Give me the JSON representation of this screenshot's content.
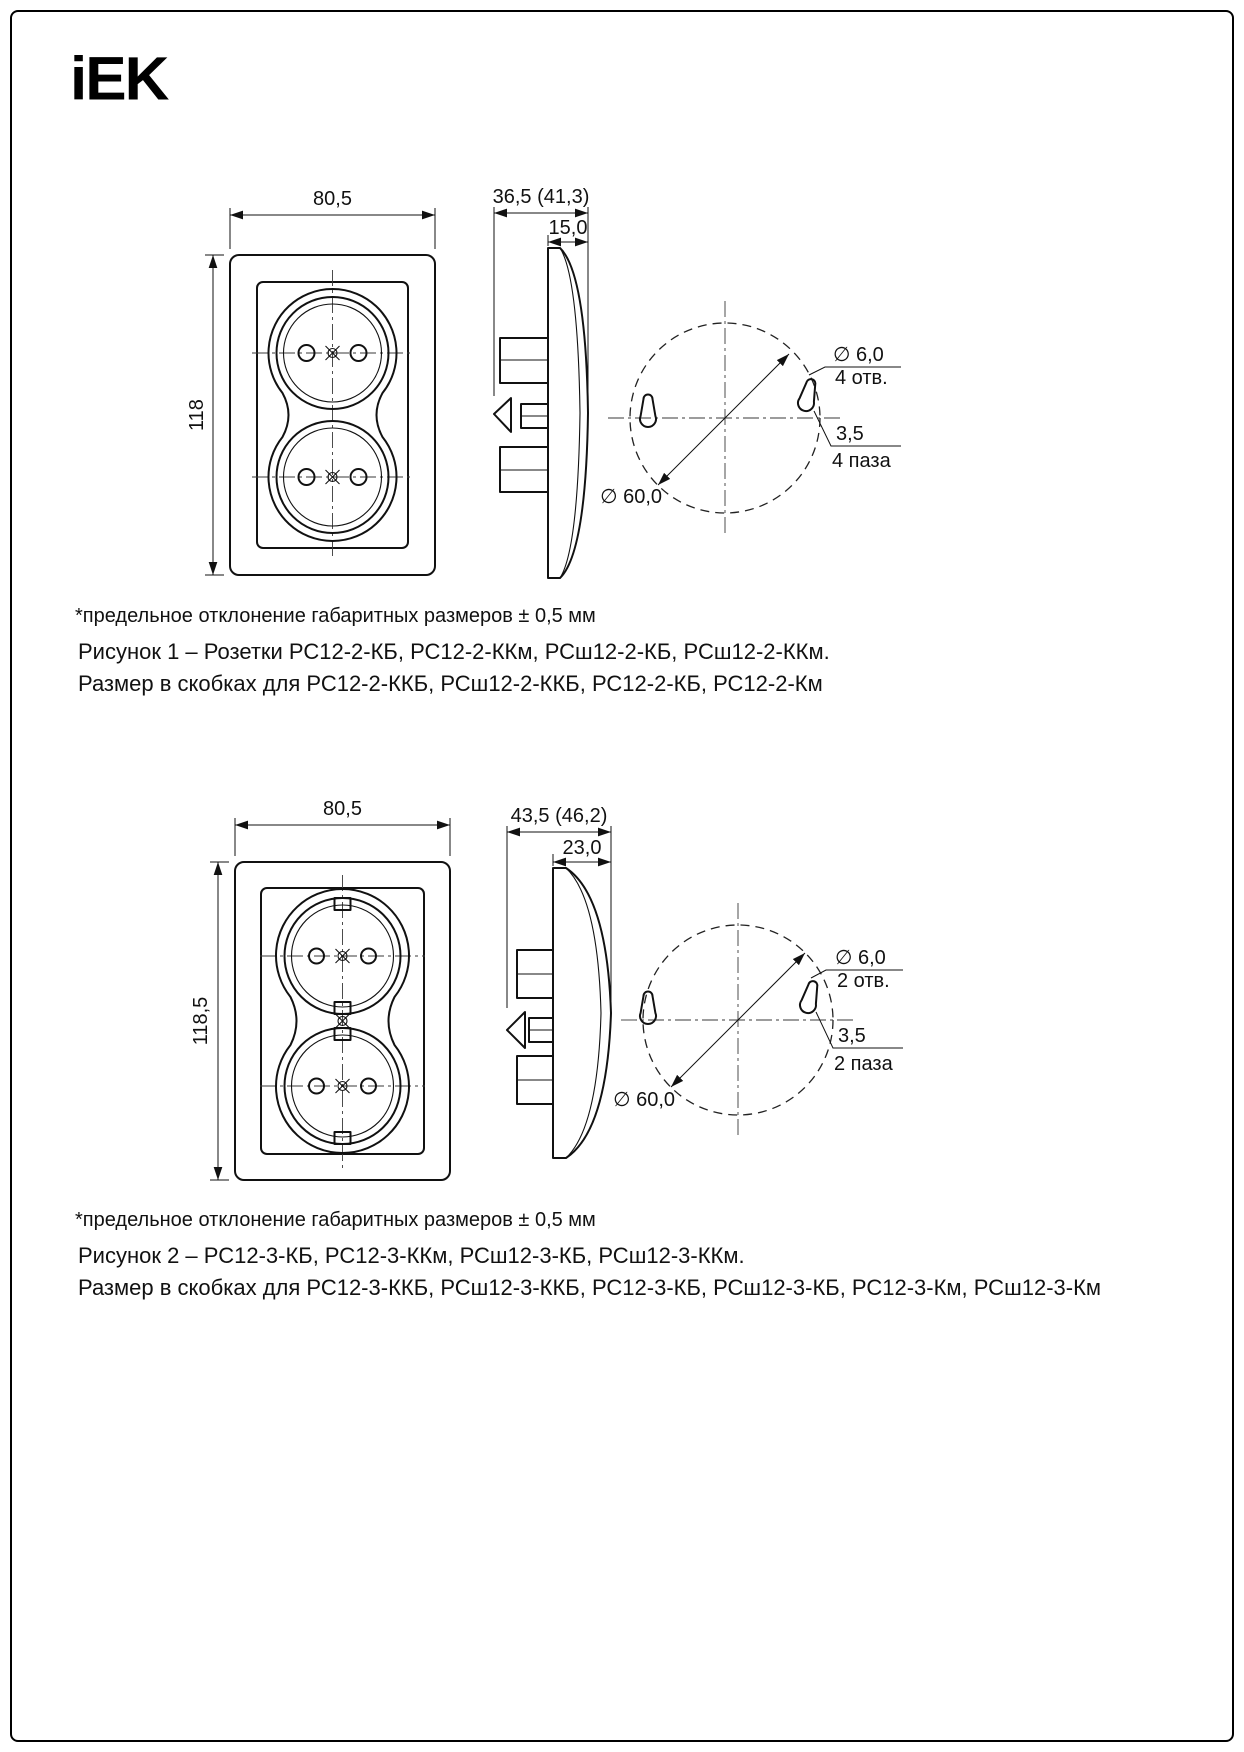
{
  "page": {
    "logo": "iEK"
  },
  "figure1": {
    "front": {
      "width": "80,5",
      "height": "118"
    },
    "side": {
      "total_depth": "36,5 (41,3)",
      "plate_depth": "15,0"
    },
    "mounting": {
      "diameter": "∅ 60,0",
      "hole_diameter": "∅ 6,0",
      "hole_count": "4 отв.",
      "slot_width": "3,5",
      "slot_count": "4 паза"
    },
    "note": "*предельное отклонение габаритных размеров ± 0,5 мм",
    "caption_line1": "Рисунок 1 – Розетки РС12-2-КБ, РС12-2-ККм, РСш12-2-КБ, РСш12-2-ККм.",
    "caption_line2": "Размер в скобках для РС12-2-ККБ, РСш12-2-ККБ, РС12-2-КБ, РС12-2-Км"
  },
  "figure2": {
    "front": {
      "width": "80,5",
      "height": "118,5"
    },
    "side": {
      "total_depth": "43,5 (46,2)",
      "plate_depth": "23,0"
    },
    "mounting": {
      "diameter": "∅ 60,0",
      "hole_diameter": "∅ 6,0",
      "hole_count": "2 отв.",
      "slot_width": "3,5",
      "slot_count": "2 паза"
    },
    "note": "*предельное отклонение габаритных размеров ± 0,5 мм",
    "caption_line1": "Рисунок 2 – РС12-3-КБ, РС12-3-ККм, РСш12-3-КБ, РСш12-3-ККм.",
    "caption_line2": "Размер в скобках для РС12-3-ККБ, РСш12-3-ККБ, РС12-3-КБ, РСш12-3-КБ, РС12-3-Км, РСш12-3-Км"
  }
}
